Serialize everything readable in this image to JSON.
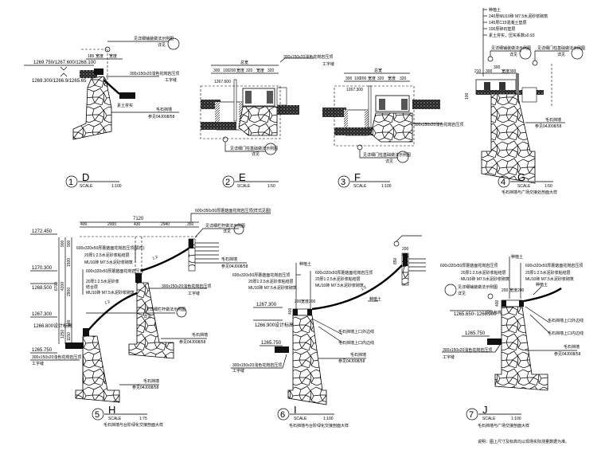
{
  "drawing": {
    "type": "retaining wall / landscape section details",
    "sections": [
      {
        "number": "1",
        "letter": "D",
        "scale_label": "SCALE",
        "scale": "1:100",
        "elevations": [
          "1269.750/1267.600/1268.100",
          "1269.300/1266.9/1265.65"
        ],
        "dims": [
          "185",
          "宽度",
          "宽度"
        ],
        "notes": [
          "见详细铺装做法示例图",
          "详见",
          "300x150x20浅色花岗岩压顶",
          "工字缝",
          "毛石挡墙",
          "参见04J008/58",
          "素土夯实"
        ],
        "ref_mark": "日 / 详"
      },
      {
        "number": "2",
        "letter": "E",
        "scale_label": "SCALE",
        "scale": "1:50",
        "elevations": [
          "1267.600"
        ],
        "dims": [
          "300",
          "100",
          "200",
          "宽度",
          "320",
          "宽度",
          "320",
          "总宽"
        ],
        "notes": [
          "300x150x20浅色花岗岩压顶",
          "见详细门柱基础做法示例图",
          "详见"
        ],
        "ref_mark": "详"
      },
      {
        "number": "3",
        "letter": "F",
        "scale_label": "SCALE",
        "scale": "1:100",
        "elevations": [
          "1267.300"
        ],
        "dims": [
          "300",
          "100",
          "200",
          "宽度",
          "320",
          "宽度",
          "320",
          "总宽"
        ],
        "notes": [
          "300x150x20浅色花岗岩压顶",
          "见详细门柱基础做法示例图",
          "详见",
          "工字缝"
        ],
        "ref_mark": "详"
      },
      {
        "number": "4",
        "letter": "G",
        "scale_label": "SCALE",
        "scale": "1:50",
        "dims": [
          "210",
          "300",
          "300",
          "宽度",
          "300",
          "300",
          "100",
          "140",
          "300"
        ],
        "layers": [
          "种植土",
          "240厚MU10砖 M7.5水泥砂浆砌筑",
          "145厚C15混凝土垫层",
          "100厚碎石垫层",
          "素土夯实，压实系数≥0.93"
        ],
        "notes": [
          "见详细铺装做法示例图",
          "详见",
          "见详细门柱基础做法示例图",
          "详见",
          "毛石挡墙",
          "参见04J008/58"
        ],
        "caption": "毛石挡墙与广场交接处剖面大样"
      },
      {
        "number": "5",
        "letter": "H",
        "scale_label": "SCALE",
        "scale": "1:75",
        "overall_dim": "7120",
        "horizontal_dims": [
          "400",
          "2000",
          "430",
          "2940",
          "350"
        ],
        "vertical_dims": [
          "900",
          "1500",
          "2900",
          "400",
          "1150",
          "4200",
          "6700",
          "1250"
        ],
        "elevations": [
          "1272.450",
          "1270.300",
          "1268.500",
          "1267.300",
          "1266.800",
          "1265.750"
        ],
        "elevation_notes": [
          "1266.800设计标高"
        ],
        "slope": "1:2",
        "layers_upper": [
          "600x320x50厚蘑菇面花岗岩压顶(弧形)",
          "20厚1:2.5水泥砂浆粘结层",
          "MU10砖 M7.5水泥砂浆砌筑"
        ],
        "layers_lower": [
          "600x320x50厚蘑菇面花岗岩压顶",
          "20厚1:2.5水泥砂浆",
          "结合层",
          "MU10砖 M7.5水泥砂浆砌筑"
        ],
        "notes": [
          "600x350x50厚蘑菇面花岗岩压顶(样式见图)",
          "见详细栏杆做法示例图",
          "详见",
          "毛石挡墙",
          "参见04J008/58",
          "300x150x20浅色花岗岩压顶",
          "工字缝",
          "见详细栏杆做法示例图",
          "详见"
        ],
        "caption": "毛石挡墙与台阶绿化交接剖面大样"
      },
      {
        "number": "6",
        "letter": "I",
        "scale_label": "SCALE",
        "scale": "1:100",
        "elevations": [
          "1267.300",
          "1266.900",
          "1265.750"
        ],
        "elevation_notes": [
          "1266.900设计标高"
        ],
        "dims": [
          "200",
          "宽度",
          "200",
          "400",
          "200",
          "350",
          "850"
        ],
        "slope": "1:2",
        "layers_left": [
          "600x320x50厚蘑菇面花岗岩压顶",
          "20厚1:2.5水泥砂浆粘结层",
          "MU10砖 M7.5水泥砂浆砌筑"
        ],
        "layers_right": [
          "600x320x50厚蘑菇面花岗岩压顶",
          "20厚1:2.5水泥砂浆粘结层",
          "MU10砖 M7.5水泥砂浆砌筑"
        ],
        "notes": [
          "种植土",
          "种植土",
          "毛石挡墙上口外边线",
          "毛石挡墙上口内边线",
          "毛石挡墙",
          "参见04J008/58",
          "300x150x20浅色花岗岩压顶",
          "工字缝",
          "见详细栏杆做法示例图",
          "详见"
        ],
        "caption": "毛石挡墙与台阶绿化交接剖面大样"
      },
      {
        "number": "7",
        "letter": "J",
        "scale_label": "SCALE",
        "scale": "1:100",
        "elevations": [
          "1265.650~1266.900",
          "1265.750"
        ],
        "elevation_notes": [
          "设计标高"
        ],
        "dims": [
          "200",
          "宽度",
          "200",
          "400"
        ],
        "layers_left": [
          "600x320x50厚蘑菇面花岗岩压顶",
          "20厚1:2.5水泥砂浆粘结层",
          "MU10砖 M7.5水泥砂浆砌筑"
        ],
        "layers_right": [
          "600x320x50厚蘑菇面花岗岩压顶",
          "20厚1:2.5水泥砂浆粘结层",
          "MU10砖 M7.5水泥砂浆砌筑"
        ],
        "notes": [
          "种植土",
          "种植土",
          "见详细铺装做法示例图",
          "详见",
          "毛石挡墙上口外边线",
          "毛石挡墙上口内边线",
          "毛石挡墙",
          "参见04J008/58",
          "300x150x20浅色花岗岩压顶",
          "工字缝"
        ],
        "caption": "毛石挡墙与广场交接剖面大样",
        "footnote": "说明：图上尺寸及标高均以现场实际测量数据为准。"
      }
    ]
  }
}
